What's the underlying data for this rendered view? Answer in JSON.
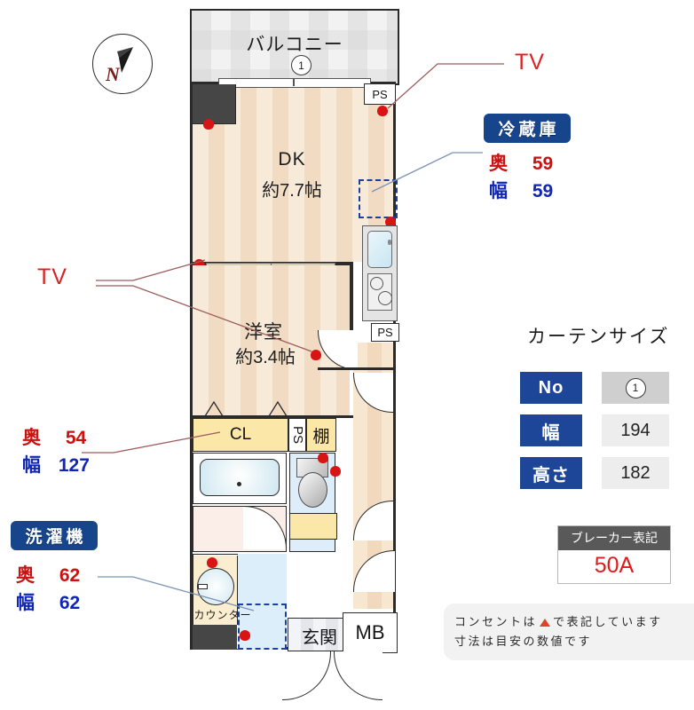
{
  "compass": {
    "letter": "N",
    "name": "north-arrow"
  },
  "plan": {
    "balcony": {
      "label": "バルコニー",
      "window_marker": "1"
    },
    "rooms": [
      {
        "name": "DK",
        "size": "約7.7帖"
      },
      {
        "name": "洋室",
        "size": "約3.4帖"
      }
    ],
    "fixtures": {
      "ps_top": "PS",
      "ps_mid": "PS",
      "ps_small": "PS",
      "closet": "CL",
      "shelf": "棚",
      "counter": "カウンター",
      "entrance": "玄関",
      "meter_box": "MB"
    }
  },
  "annotations": {
    "tv_right": "TV",
    "tv_left": "TV",
    "fridge": {
      "tag": "冷蔵庫",
      "depth_label": "奥",
      "depth_value": "59",
      "width_label": "幅",
      "width_value": "59"
    },
    "closet_dims": {
      "depth_label": "奥",
      "depth_value": "54",
      "width_label": "幅",
      "width_value": "127"
    },
    "washer": {
      "tag": "洗濯機",
      "depth_label": "奥",
      "depth_value": "62",
      "width_label": "幅",
      "width_value": "62"
    }
  },
  "curtain": {
    "title": "カーテンサイズ",
    "rows": [
      {
        "key": "No",
        "value": "1"
      },
      {
        "key": "幅",
        "value": "194"
      },
      {
        "key": "高さ",
        "value": "182"
      }
    ]
  },
  "breaker": {
    "title": "ブレーカー表記",
    "value": "50A"
  },
  "notes": {
    "line1_a": "コンセントは",
    "line1_b": "で表記しています",
    "line2": "寸法は目安の数値です"
  },
  "colors": {
    "tag_blue": "#17458c",
    "depth_red": "#cc1111",
    "width_blue": "#1026b5",
    "tv_red": "#e02020",
    "breaker_red": "#e01b1b",
    "outlet_red": "#d81414",
    "wall_dark": "#2b2b2b",
    "floor_beige": "#f7ead9"
  }
}
